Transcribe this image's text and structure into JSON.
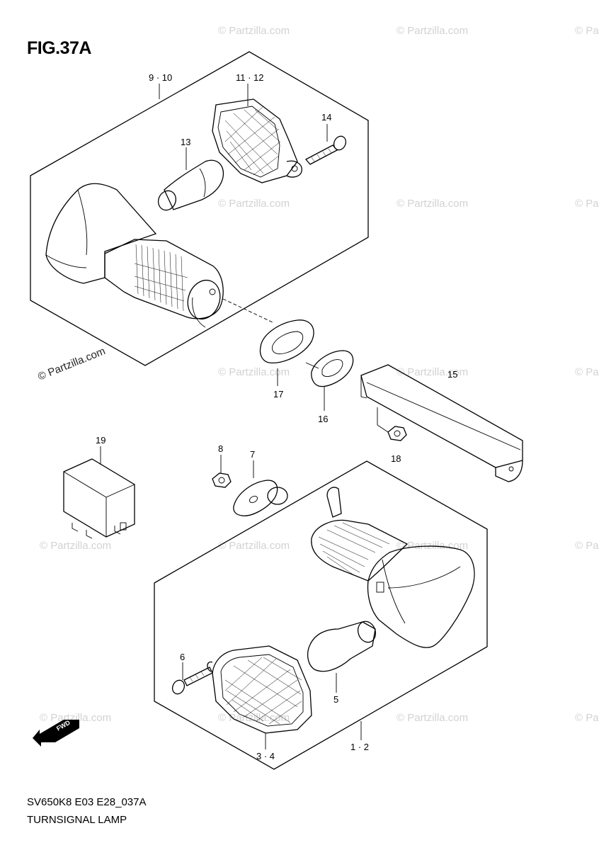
{
  "figure": {
    "title": "FIG.37A",
    "drawing_code": "SV650K8 E03 E28_037A",
    "caption": "TURNSIGNAL LAMP"
  },
  "callouts": {
    "c_9_10": "9 · 10",
    "c_11_12": "11 · 12",
    "c_13": "13",
    "c_14": "14",
    "c_15": "15",
    "c_16": "16",
    "c_17": "17",
    "c_18": "18",
    "c_19": "19",
    "c_8": "8",
    "c_7": "7",
    "c_6": "6",
    "c_5": "5",
    "c_3_4": "3 · 4",
    "c_1_2": "1 · 2"
  },
  "watermark": "© Partzilla.com",
  "fwd_label": "FWD"
}
